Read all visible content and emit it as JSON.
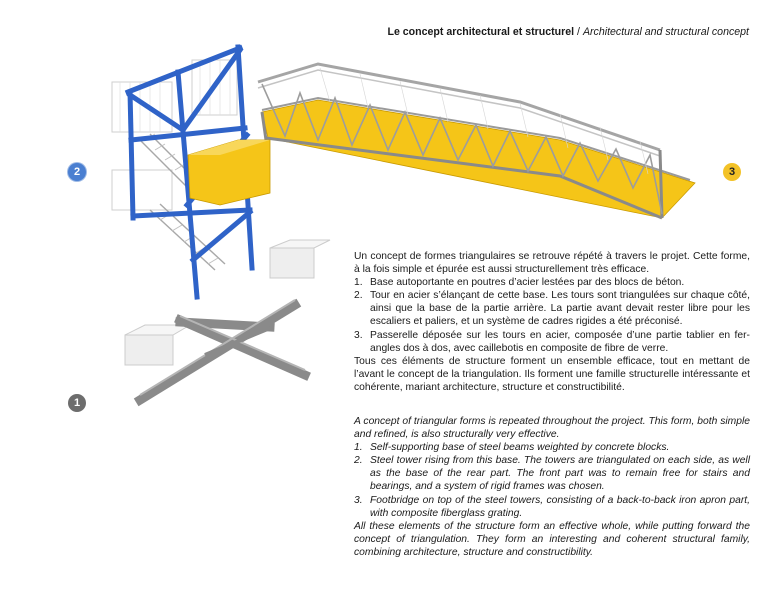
{
  "header": {
    "title_fr": "Le concept architectural et structurel",
    "separator": " / ",
    "title_en": "Architectural and structural concept"
  },
  "badges": {
    "one": "1",
    "two": "2",
    "three": "3"
  },
  "colors": {
    "structure_blue": "#2f63c8",
    "deck_yellow": "#f5c518",
    "steel_grey": "#8a8a8a",
    "badge_blue": "#4a7fd1",
    "badge_grey": "#6d6d6d",
    "badge_yellow": "#f3c227"
  },
  "text_fr": {
    "intro": "Un concept de formes triangulaires se retrouve répété à travers le projet. Cette forme, à la fois simple et épurée est aussi structurellement très efficace.",
    "items": [
      {
        "num": "1.",
        "text": "Base autoportante en poutres d’acier lestées par des blocs de béton."
      },
      {
        "num": "2.",
        "text": "Tour en acier s’élançant de cette base. Les tours sont triangulées sur chaque côté, ainsi que la base de la partie arrière. La partie avant devait rester libre pour les escaliers et paliers, et un système de cadres rigides a été préconisé."
      },
      {
        "num": "3.",
        "text": "Passerelle déposée sur les tours en acier, composée d’une partie tablier en fer-angles dos à dos, avec caillebotis en composite de fibre de verre."
      }
    ],
    "outro": "Tous ces éléments de structure forment un ensemble efficace, tout en mettant de l’avant le concept de la triangulation. Ils forment une famille structurelle intéressante et cohérente, mariant architecture, structure et constructibilité."
  },
  "text_en": {
    "intro": "A concept of triangular forms is repeated throughout the project. This form, both simple and refined, is also structurally very effective.",
    "items": [
      {
        "num": "1.",
        "text": "Self-supporting base of steel beams weighted by concrete blocks."
      },
      {
        "num": "2.",
        "text": "Steel tower rising from this base. The towers are triangulated on each side, as well as the base of the rear part. The front part was to remain free for stairs and bearings, and a system of rigid frames was chosen."
      },
      {
        "num": "3.",
        "text": "Footbridge on top of the steel towers, consisting of a back-to-back iron apron part, with composite fiberglass grating."
      }
    ],
    "outro": "All these elements of the structure form an effective whole, while putting forward the concept of triangulation. They form an interesting and coherent structural family, combining architecture, structure and constructibility."
  }
}
